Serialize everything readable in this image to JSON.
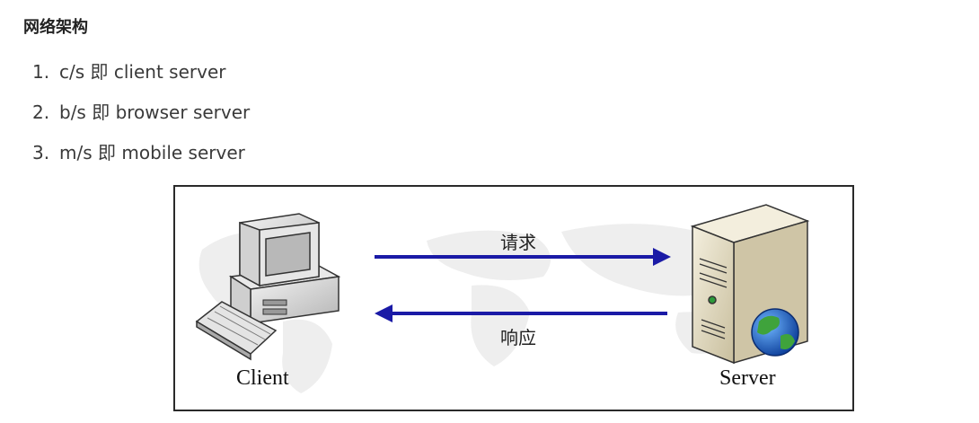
{
  "title": "网络架构",
  "items": [
    {
      "num": "1.",
      "text": "c/s 即 client server"
    },
    {
      "num": "2.",
      "text": "b/s 即 browser server"
    },
    {
      "num": "3.",
      "text": "m/s 即 mobile server"
    }
  ],
  "diagram": {
    "request_label": "请求",
    "response_label": "响应",
    "client_label": "Client",
    "server_label": "Server",
    "arrow_color": "#1a1aa6",
    "icons": [
      "computer-icon",
      "keyboard-icon",
      "server-tower-icon",
      "globe-icon",
      "world-map-background"
    ]
  }
}
